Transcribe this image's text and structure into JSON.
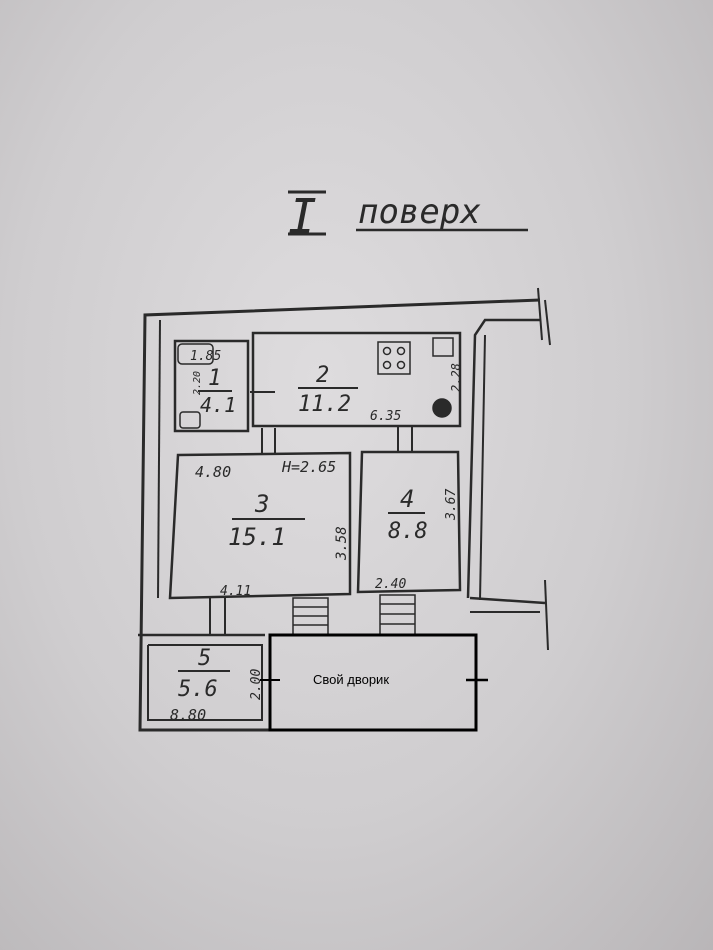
{
  "heading": {
    "roman": "I",
    "word": "поверх"
  },
  "rooms": [
    {
      "number": "1",
      "area": "4.1"
    },
    {
      "number": "2",
      "area": "11.2"
    },
    {
      "number": "3",
      "area": "15.1"
    },
    {
      "number": "4",
      "area": "8.8"
    },
    {
      "number": "5",
      "area": "5.6"
    }
  ],
  "dimensions": {
    "room1_width": "1.85",
    "room1_side": "2.20",
    "room2_width": "6.35",
    "room2_height": "2.28",
    "room3_top": "4.80",
    "room3_ceiling": "H=2.65",
    "room3_side": "3.58",
    "room3_bottom": "4.11",
    "room4_side": "3.67",
    "room4_bottom": "2.40",
    "room5_bottom": "8.80",
    "room5_side": "2.00"
  },
  "courtyard_label": "Свой дворик",
  "colors": {
    "ink": "#2a2a2a",
    "courtyard_border": "#000000",
    "paper": "#d8d6d8"
  }
}
